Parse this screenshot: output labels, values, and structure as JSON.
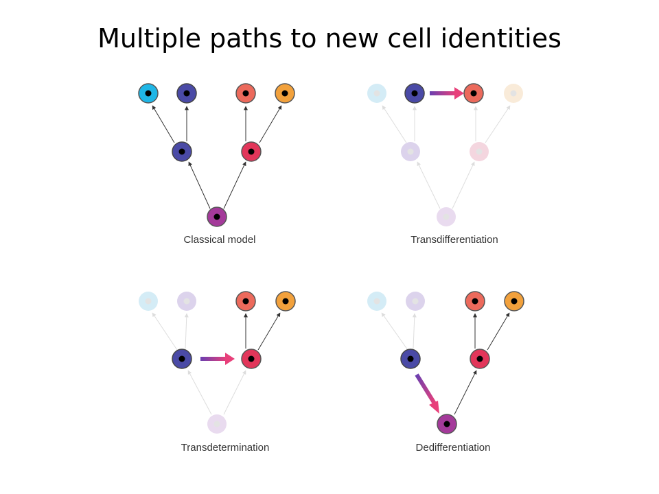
{
  "title": "Multiple paths to new cell identities",
  "colors": {
    "cyan": "#1fb6e6",
    "blue": "#4a4aa6",
    "salmon": "#ec6a5c",
    "orange": "#f2a13c",
    "red": "#e2365a",
    "purple": "#a43a9a",
    "faded_cyan": "#d4ecf6",
    "faded_lilac": "#dcd3ec",
    "faded_pink": "#f4d6df",
    "faded_peach": "#f9ebd9",
    "arrow_gradient_start": "#6a3fb0",
    "arrow_gradient_end": "#e8407a"
  },
  "panels": [
    {
      "id": "classical",
      "label": "Classical model"
    },
    {
      "id": "transdiff",
      "label": "Transdifferentiation"
    },
    {
      "id": "transdet",
      "label": "Transdetermination"
    },
    {
      "id": "dediff",
      "label": "Dedifferentiation"
    }
  ]
}
